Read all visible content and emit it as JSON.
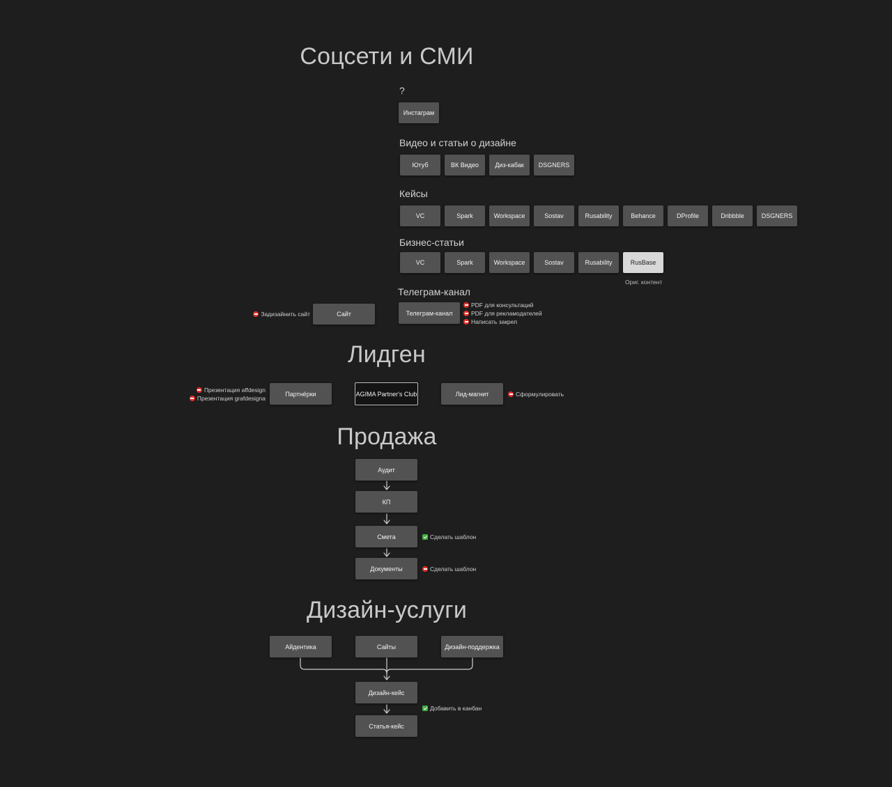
{
  "sections": {
    "social": {
      "title": "Соцсети и СМИ",
      "question": "?",
      "instagram": "Инстаграм",
      "video_title": "Видео и статьи о дизайне",
      "video": [
        "Ютуб",
        "ВК Видео",
        "Диз-кабак",
        "DSGNERS"
      ],
      "cases_title": "Кейсы",
      "cases": [
        "VC",
        "Spark",
        "Workspace",
        "Sostav",
        "Rusability",
        "Behance",
        "DProfile",
        "Dribbble",
        "DSGNERS"
      ],
      "business_title": "Бизнес-статьи",
      "business": [
        "VC",
        "Spark",
        "Workspace",
        "Sostav",
        "Rusability",
        "RusBase"
      ],
      "rusbase_caption": "Ориг. контент",
      "telegram_title": "Телеграм-канал",
      "telegram": "Телеграм-канал",
      "telegram_notes": [
        "PDF для консультаций",
        "PDF для рекламодателей",
        "Написать закреп"
      ],
      "site": "Сайт",
      "site_note": "Задизайнить сайт"
    },
    "leadgen": {
      "title": "Лидген",
      "partners": "Партнёрки",
      "partners_notes": [
        "Презентация affdesign",
        "Презентация grafdesigna"
      ],
      "agima": "AGIMA Partner's Club",
      "magnet": "Лид-магнит",
      "magnet_note": "Сформулировать"
    },
    "sales": {
      "title": "Продажа",
      "steps": [
        "Аудит",
        "КП",
        "Смета",
        "Документы"
      ],
      "estimate_note": "Сделать шаблон",
      "docs_note": "Сделать шаблон"
    },
    "design": {
      "title": "Дизайн-услуги",
      "services": [
        "Айдентика",
        "Сайты",
        "Дизайн-поддержка"
      ],
      "case": "Дизайн-кейс",
      "case_note": "Добавить в канбан",
      "article": "Статья-кейс"
    }
  },
  "colors": {
    "background": "#1e1e1e",
    "box": "#525252",
    "box_highlight": "#d8d8d8",
    "stop": "#e0302b",
    "done": "#3fae3f"
  }
}
